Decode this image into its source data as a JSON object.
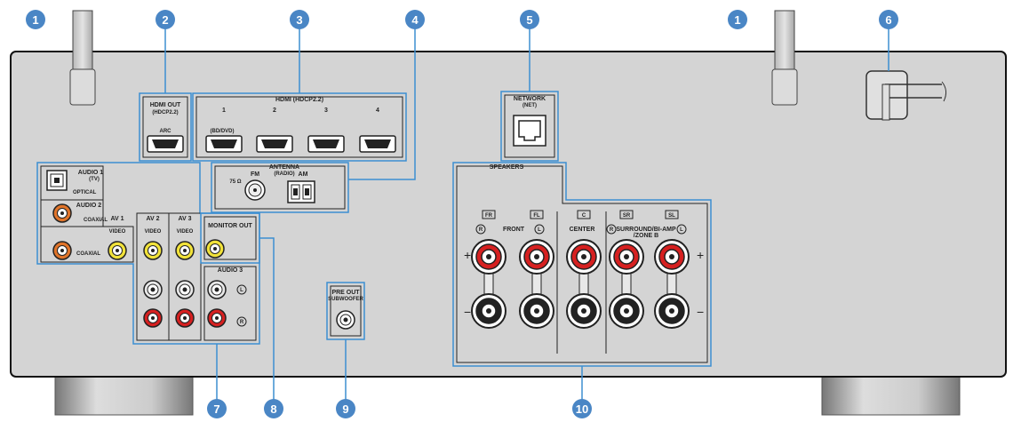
{
  "callouts": [
    "1",
    "2",
    "3",
    "4",
    "5",
    "1",
    "6",
    "7",
    "8",
    "9",
    "10"
  ],
  "hdmi_out": {
    "title": "HDMI OUT",
    "sub": "(HDCP2.2)",
    "arc": "ARC"
  },
  "hdmi_in": {
    "title": "HDMI (HDCP2.2)",
    "ports": [
      "1",
      "2",
      "3",
      "4"
    ],
    "note": "(BD/DVD)"
  },
  "antenna": {
    "title": "ANTENNA",
    "sub": "(RADIO)",
    "fm": "FM",
    "ohm": "75 Ω",
    "am": "AM"
  },
  "network": {
    "title": "NETWORK",
    "sub": "(NET)"
  },
  "audio1": {
    "title": "AUDIO 1",
    "sub": "(TV)",
    "type": "OPTICAL"
  },
  "audio2": {
    "title": "AUDIO 2",
    "type": "COAXIAL"
  },
  "av1": {
    "title": "AV 1",
    "video": "VIDEO",
    "type": "COAXIAL"
  },
  "av2": {
    "title": "AV 2",
    "video": "VIDEO"
  },
  "av3": {
    "title": "AV 3",
    "video": "VIDEO"
  },
  "monitor_out": {
    "title": "MONITOR OUT"
  },
  "audio3": {
    "title": "AUDIO 3",
    "l": "L",
    "r": "R"
  },
  "pre_out": {
    "title": "PRE OUT",
    "sub": "SUBWOOFER"
  },
  "speakers": {
    "title": "SPEAKERS",
    "fr": "FR",
    "fl": "FL",
    "c": "C",
    "sr": "SR",
    "sl": "SL",
    "front": "FRONT",
    "center": "CENTER",
    "surround": "SURROUND/BI-AMP",
    "zone": "/ZONE B",
    "r": "R",
    "l": "L",
    "plus": "+",
    "minus": "−"
  },
  "colors": {
    "panel": "#d4d4d4",
    "outline": "#111111",
    "callout": "#4a86c5",
    "frame": "#3d8fd1",
    "red": "#d62020",
    "yellow": "#f1e23a",
    "orange": "#e0742a"
  }
}
